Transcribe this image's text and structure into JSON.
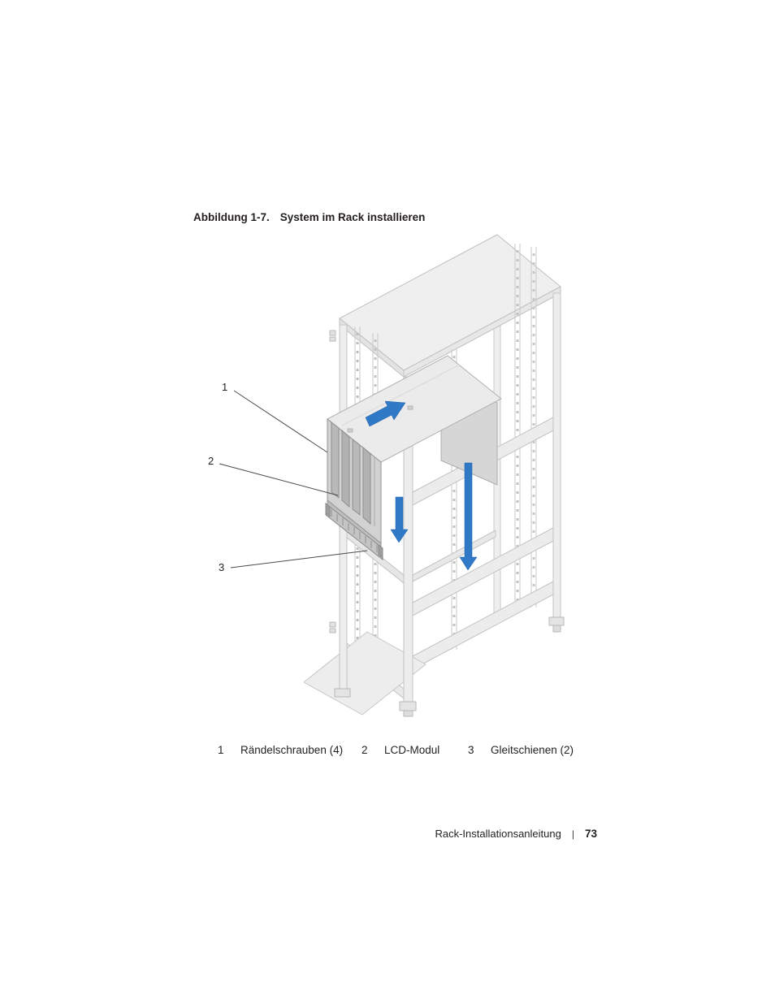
{
  "figure": {
    "label": "Abbildung 1-7.",
    "title": "System im Rack installieren",
    "callouts": [
      "1",
      "2",
      "3"
    ]
  },
  "legend": {
    "items": [
      {
        "num": "1",
        "label": "Rändelschrauben (4)"
      },
      {
        "num": "2",
        "label": "LCD-Modul"
      },
      {
        "num": "3",
        "label": "Gleitschienen (2)"
      }
    ]
  },
  "footer": {
    "doc_title": "Rack-Installationsanleitung",
    "separator": "|",
    "page_number": "73"
  },
  "colors": {
    "arrow_blue": "#2f79c7",
    "frame_gray": "#c4c4c4",
    "text": "#231f20"
  }
}
